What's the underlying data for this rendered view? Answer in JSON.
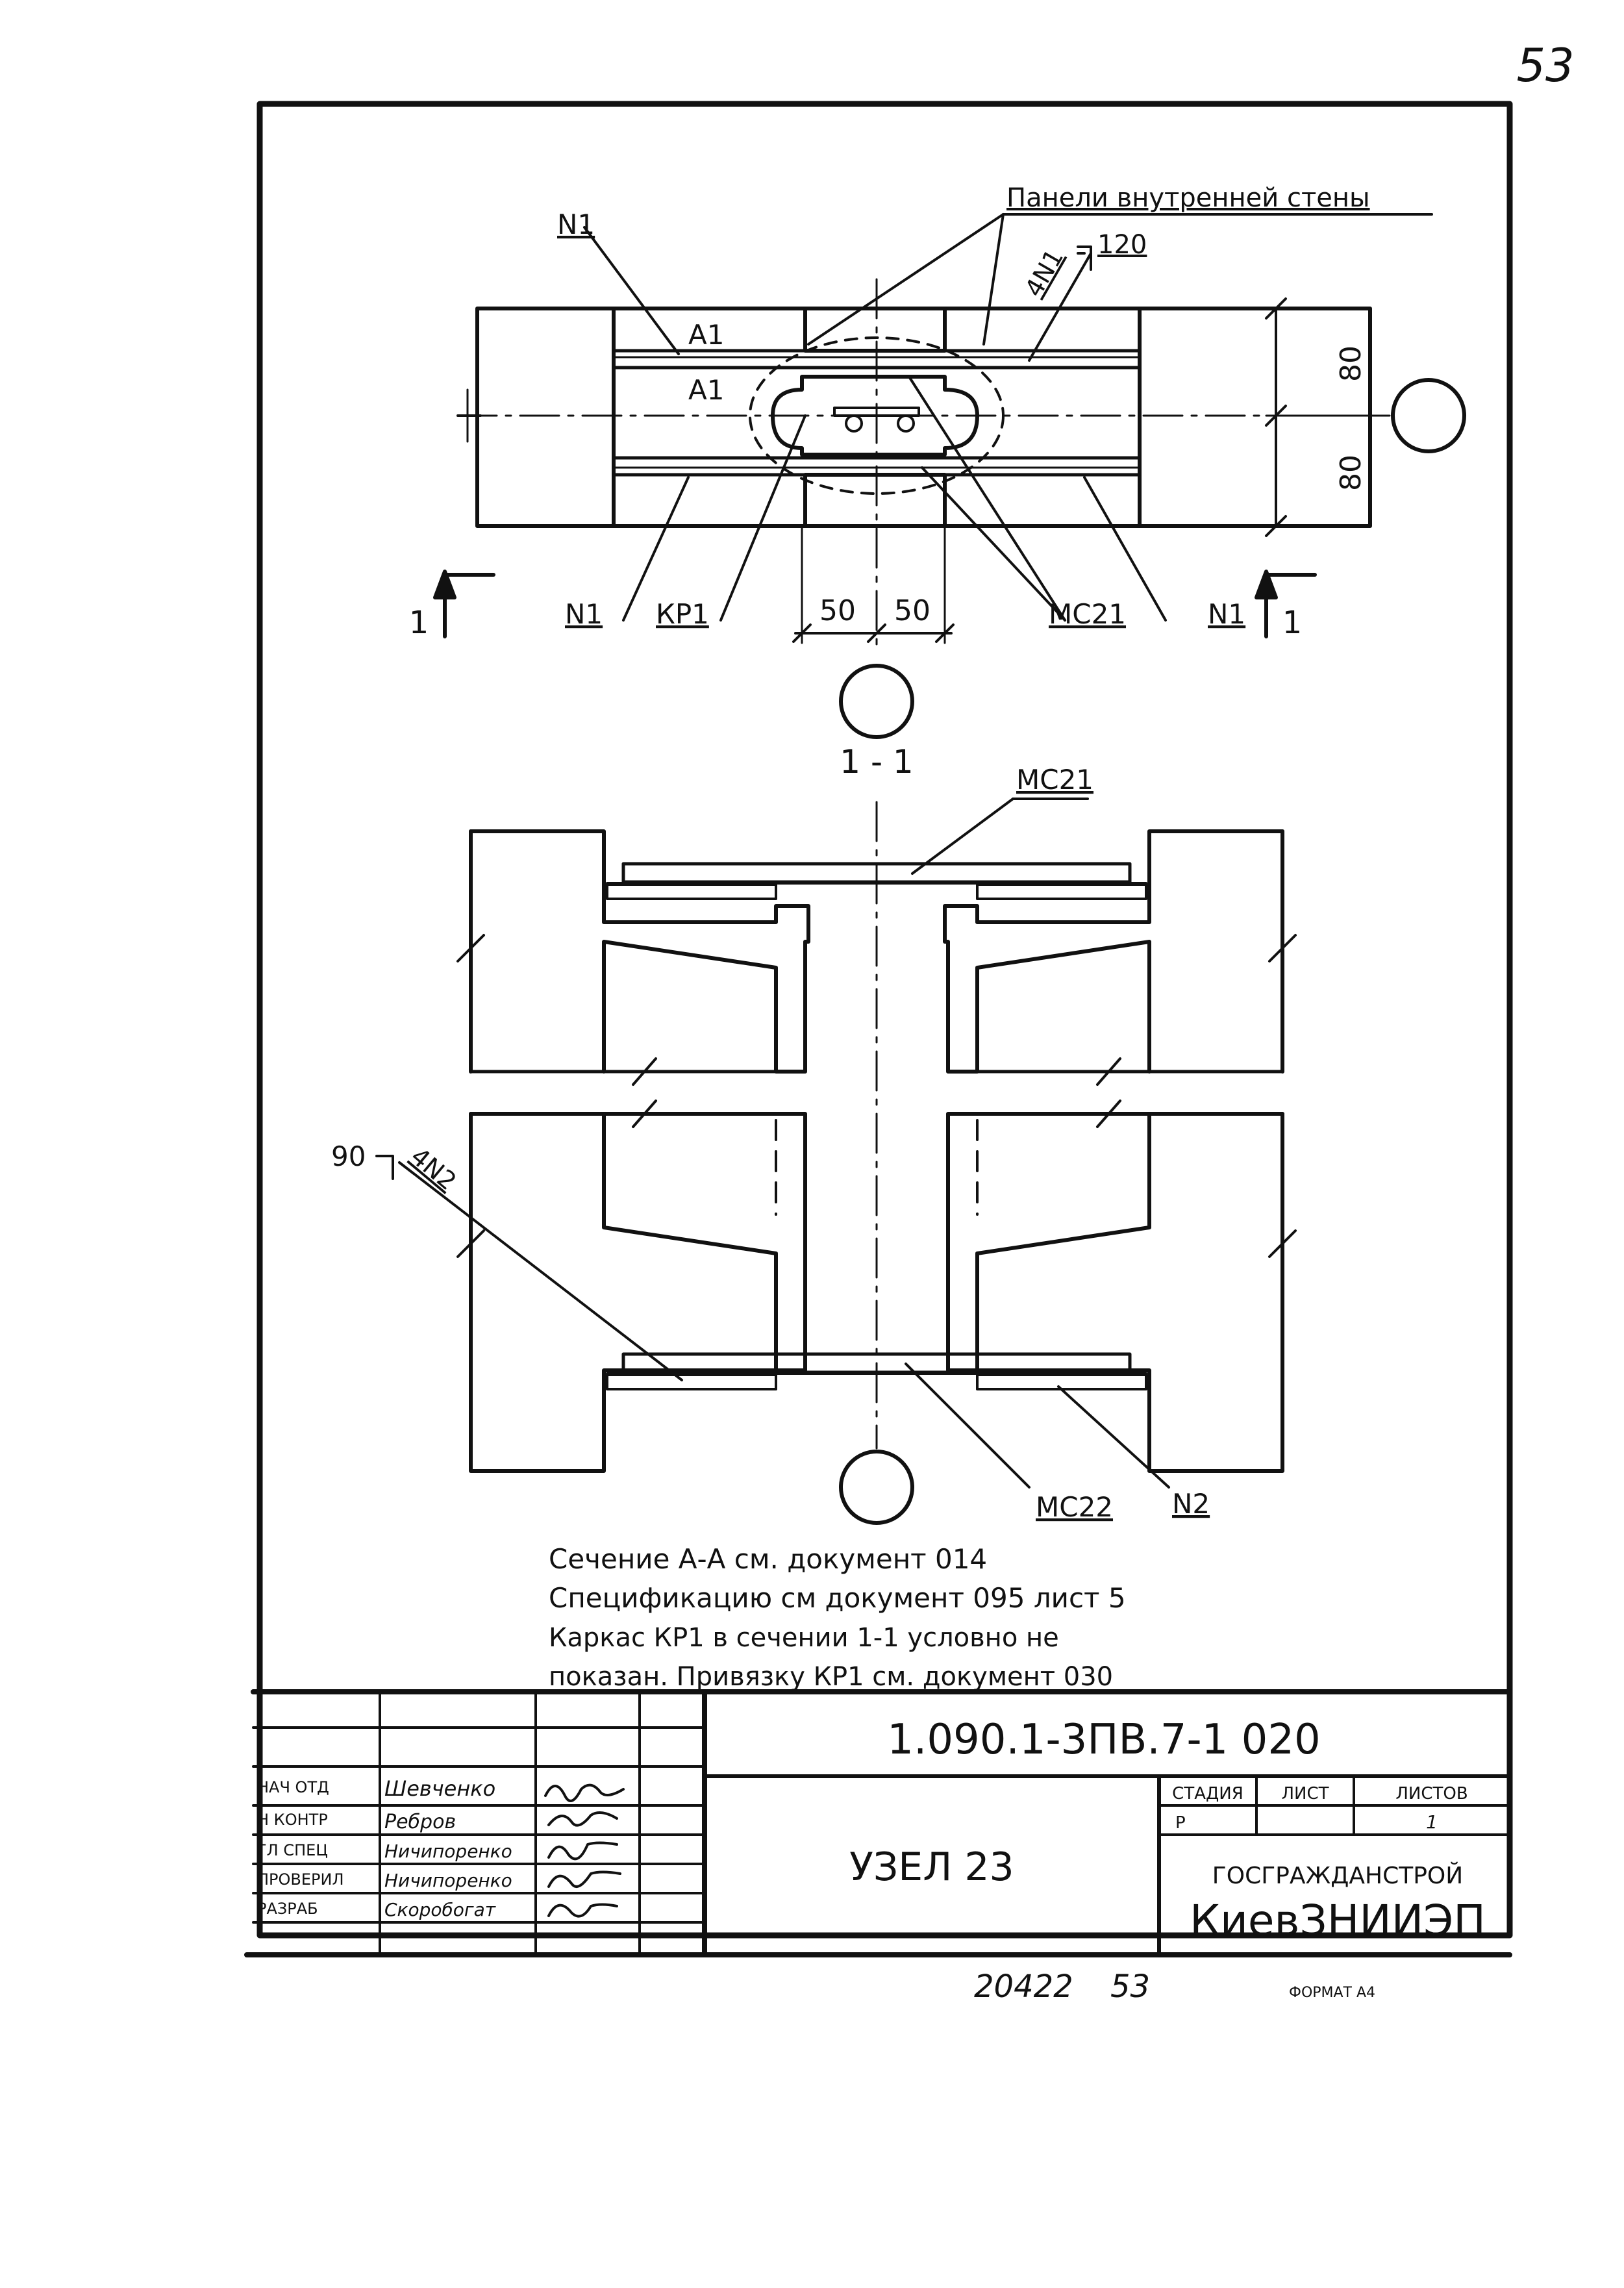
{
  "page_number": "53",
  "plan": {
    "title": "Панели внутренней стены",
    "callouts": {
      "n1_top": "N1",
      "n1_bottom_left": "N1",
      "n1_bottom_right": "N1",
      "a1_top": "A1",
      "a1_mid": "A1",
      "kp1": "КР1",
      "mc21": "МС21",
      "rebar_count": "4N1",
      "length_mark": "120"
    },
    "dims": {
      "left_50": "50",
      "right_50": "50",
      "top_80": "80",
      "bottom_80": "80"
    },
    "section_marks": {
      "left": "1",
      "right": "1"
    }
  },
  "section": {
    "title": "1 - 1",
    "mc21": "МС21",
    "mc22": "МС22",
    "n2": "N2",
    "rebar_count": "4N2",
    "length_mark": "90"
  },
  "notes": [
    "Сечение А-А см. документ 014",
    "Спецификацию см документ 095 лист 5",
    "Каркас КР1 в сечении 1-1 условно не",
    "показан. Привязку КР1 см. документ 030"
  ],
  "title_block": {
    "doc_code": "1.090.1-3ПВ.7-1   020",
    "sheet_title": "УЗЕЛ 23",
    "stage_header": "СТАДИЯ",
    "sheet_header": "ЛИСТ",
    "sheets_header": "ЛИСТОВ",
    "stage": "Р",
    "sheets": "1",
    "org_line1": "ГОСГРАЖДАНСТРОЙ",
    "org_line2": "КиевЗНИИЭП",
    "roles": [
      {
        "role": "НАЧ ОТД",
        "name": "Шевченко"
      },
      {
        "role": "Н КОНТР",
        "name": "Ребров"
      },
      {
        "role": "ГЛ СПЕЦ",
        "name": "Ничипоренко"
      },
      {
        "role": "ПРОВЕРИЛ",
        "name": "Ничипоренко"
      },
      {
        "role": "РАЗРАБ",
        "name": "Скоробогат"
      }
    ]
  },
  "footer": {
    "inventory": "20422",
    "page": "53",
    "format": "ФОРМАТ А4"
  }
}
